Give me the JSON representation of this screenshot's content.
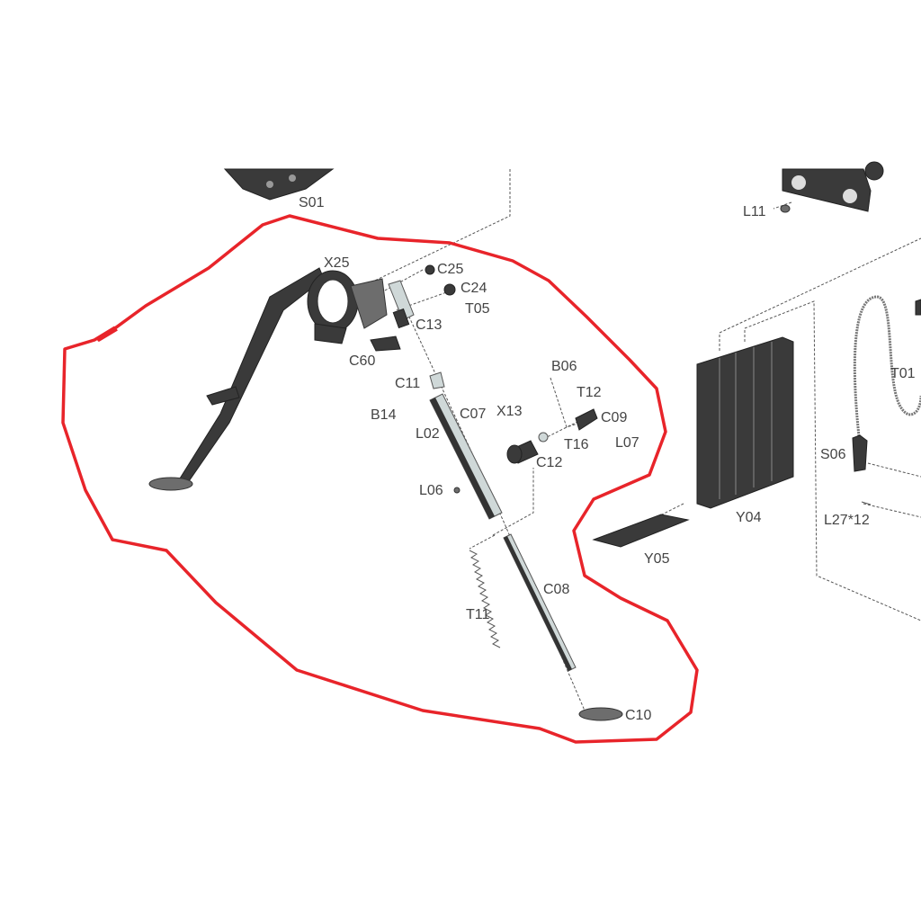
{
  "diagram": {
    "type": "exploded-parts-diagram",
    "annotation_color": "#e8242a",
    "labels": {
      "S01": "S01",
      "L11": "L11",
      "X25": "X25",
      "C25": "C25",
      "C24": "C24",
      "T05": "T05",
      "C13": "C13",
      "C60": "C60",
      "C11": "C11",
      "B06": "B06",
      "T12": "T12",
      "X13": "X13",
      "C09": "C09",
      "C07": "C07",
      "B14": "B14",
      "L02": "L02",
      "T16": "T16",
      "L07": "L07",
      "C12": "C12",
      "L06": "L06",
      "C08": "C08",
      "T11": "T11",
      "C10": "C10",
      "Y04": "Y04",
      "Y05": "Y05",
      "T01": "T01",
      "S06": "S06",
      "L27x12": "L27*12"
    }
  }
}
